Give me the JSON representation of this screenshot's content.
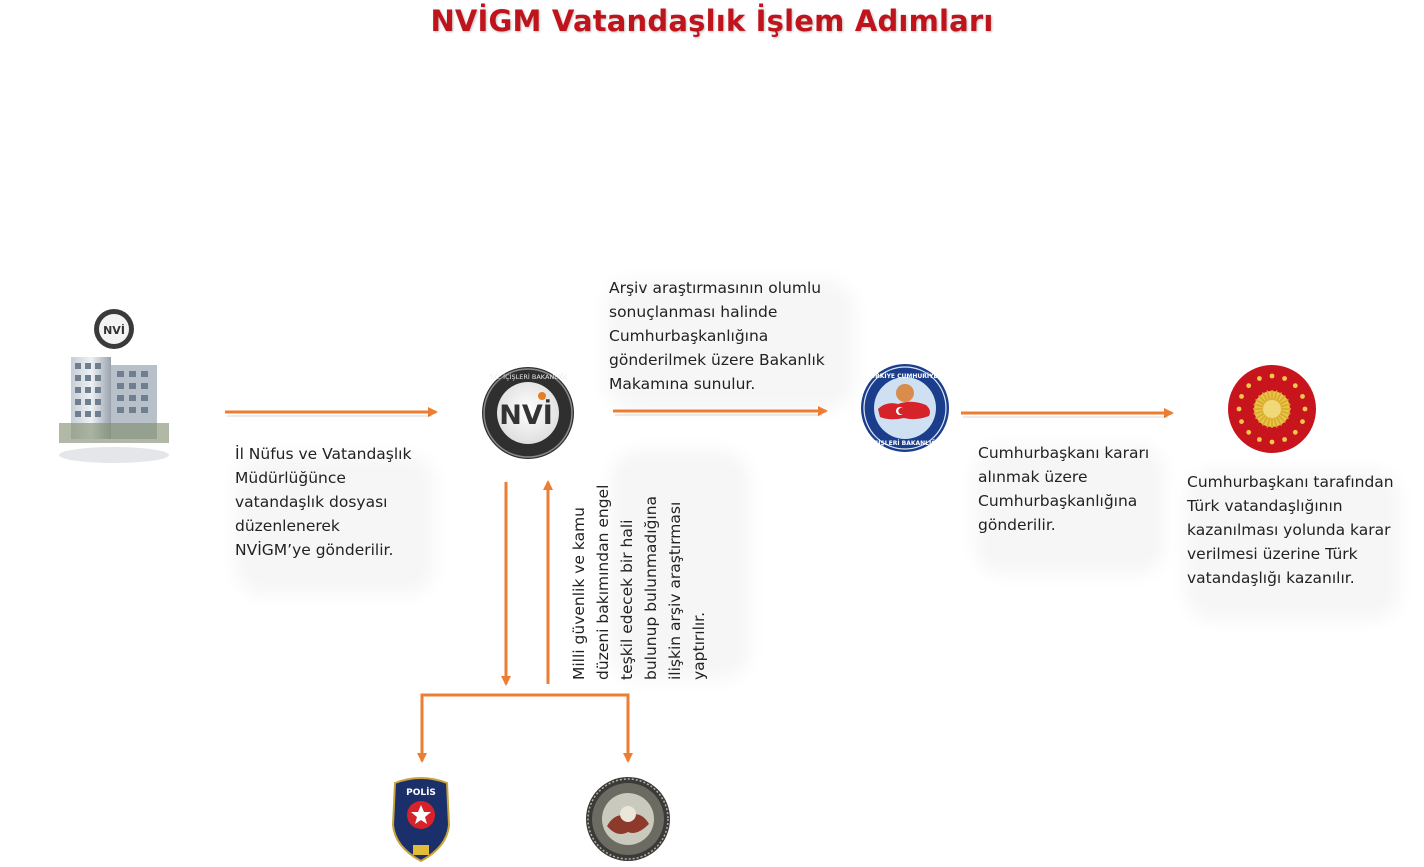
{
  "title": "NVİGM Vatandaşlık İşlem Adımları",
  "colors": {
    "title": "#c0141c",
    "arrow": "#ed7d31"
  },
  "steps": {
    "il_mudurlugu": "İl Nüfus ve Vatandaşlık\nMüdürlüğünce\nvatandaşlık dosyası\ndüzenlenerek\nNVİGM’ye gönderilir.",
    "arsiv": "Milli güvenlik ve kamu\ndüzeni bakımından engel\nteşkil edecek bir hali\nbulunup bulunmadığına\nilişkin arşiv araştırması\nyaptırılır.",
    "bakanlik": "Arşiv araştırmasının olumlu\nsonuçlanması halinde\nCumhurbaşkanlığına\ngönderilmek üzere Bakanlık\nMakamına sunulur.",
    "cumhurbaskanligi": "Cumhurbaşkanı kararı\nalınmak üzere\nCumhurbaşkanlığına\ngönderilir.",
    "karar": "Cumhurbaşkanı tarafından\nTürk vatandaşlığının\nkazanılması yolunda karar\nverilmesi üzerine Türk\nvatandaşlığı kazanılır."
  },
  "logos": {
    "nvi_small": "NVİ",
    "nvi_main": "NVİ",
    "nvi_ring": "T.C. İÇİŞLERİ BAKANLIĞI",
    "icisleri_top": "TÜRKİYE CUMHURİYETİ",
    "icisleri_bottom": "İÇİŞLERİ BAKANLIĞI",
    "polis": "POLİS"
  },
  "icons": [
    "building-icon",
    "nvi-logo-icon",
    "interior-ministry-seal-icon",
    "presidential-seal-icon",
    "police-badge-icon",
    "intelligence-seal-icon"
  ]
}
